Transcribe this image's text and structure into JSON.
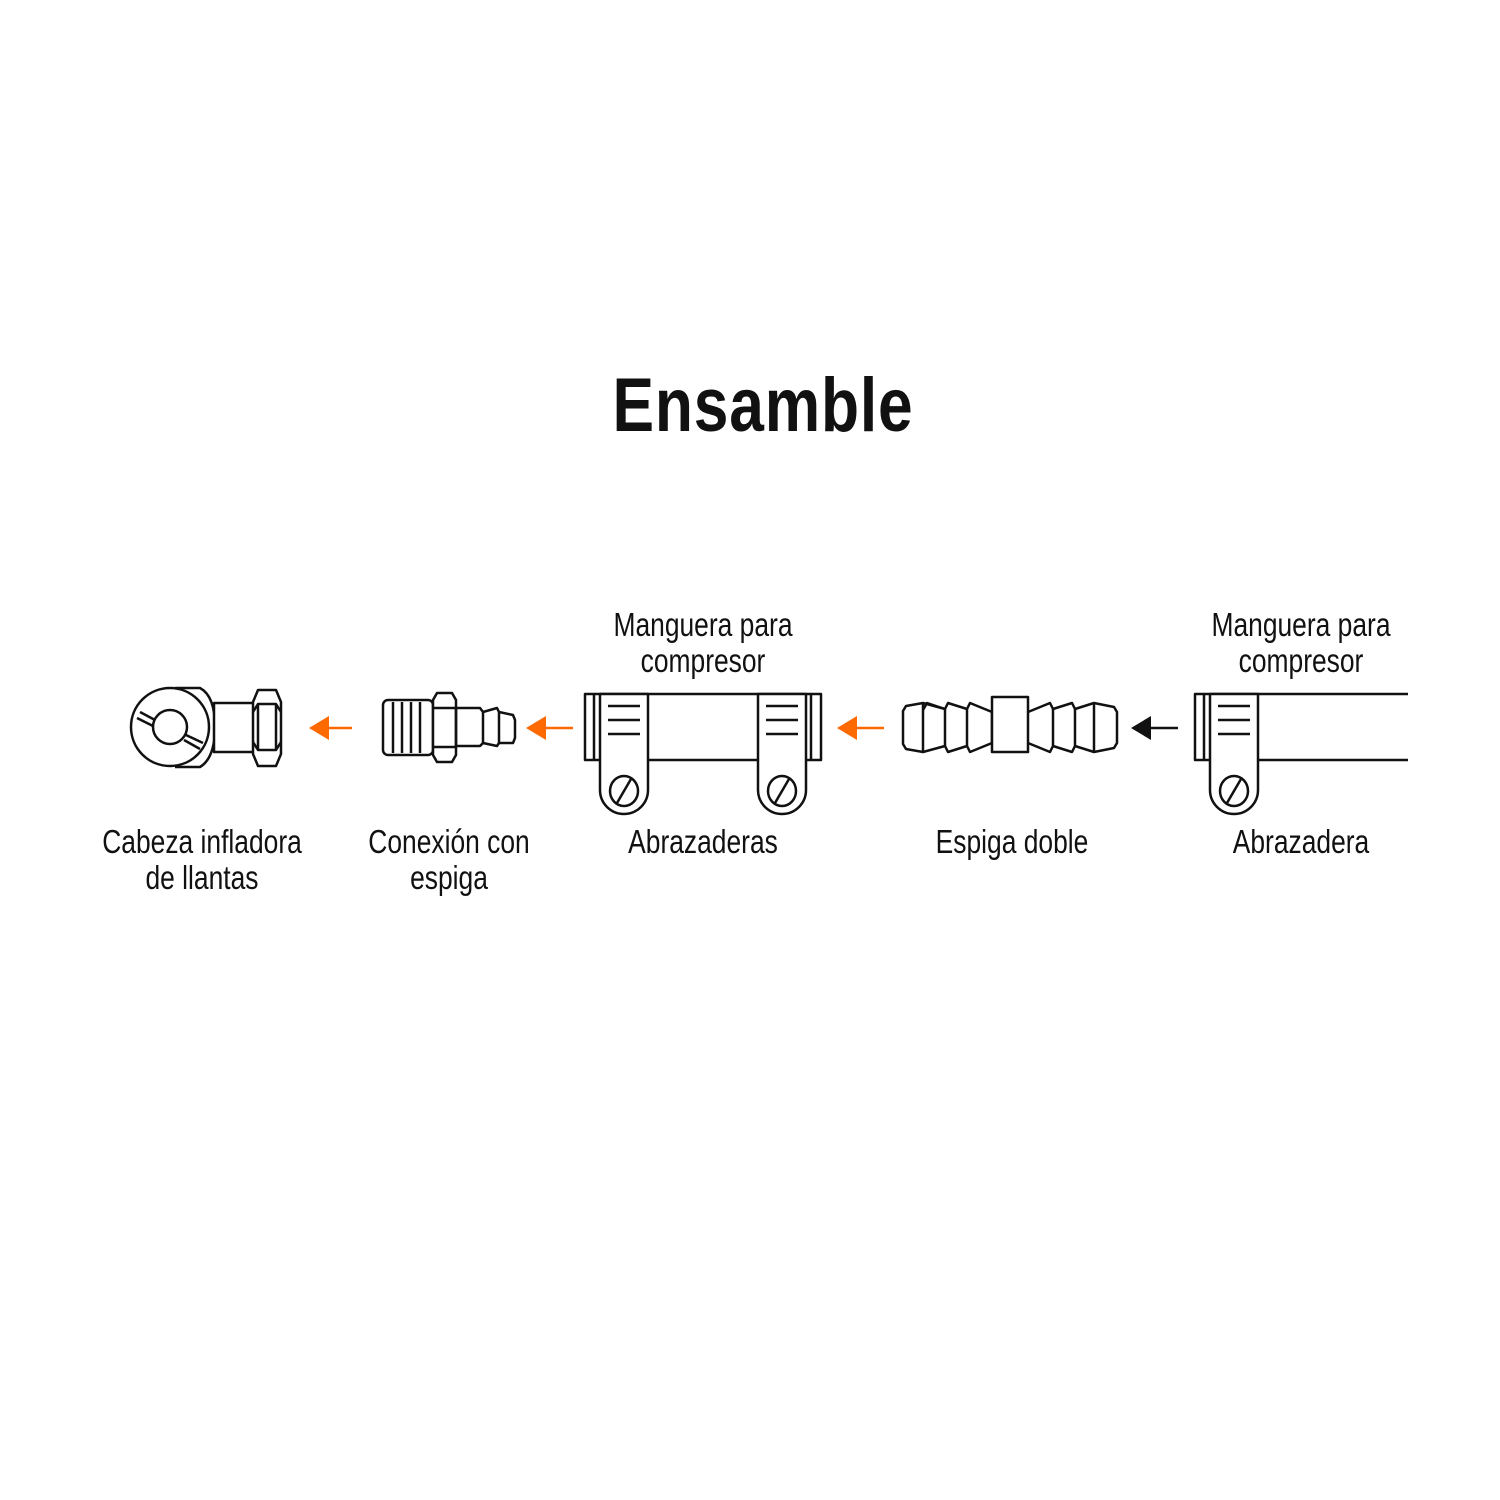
{
  "title": "Ensamble",
  "colors": {
    "accent": "#ff6a00",
    "line": "#111111"
  },
  "parts": [
    {
      "label_line1": "Cabeza infladora",
      "label_line2": "de llantas"
    },
    {
      "label_line1": "Conexión con",
      "label_line2": "espiga"
    },
    {
      "top_line1": "Manguera para",
      "top_line2": "compresor",
      "label_line1": "Abrazaderas"
    },
    {
      "label_line1": "Espiga doble"
    },
    {
      "top_line1": "Manguera para",
      "top_line2": "compresor",
      "label_line1": "Abrazadera"
    }
  ]
}
